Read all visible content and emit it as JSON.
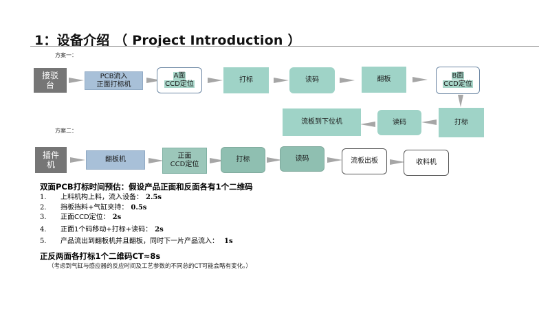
{
  "title": "1：设备介绍 （ Project Introduction ）",
  "plan1": {
    "label": "方案一：",
    "steps": [
      {
        "text": [
          "接驳",
          "台"
        ]
      },
      {
        "text": [
          "PCB流入",
          "正面打标机"
        ]
      },
      {
        "text": [
          "A面",
          "CCD定位"
        ]
      },
      {
        "text": [
          "打标"
        ]
      },
      {
        "text": [
          "读码"
        ]
      },
      {
        "text": [
          "翻板"
        ]
      },
      {
        "text": [
          "B面",
          "CCD定位"
        ]
      },
      {
        "text": [
          "打标"
        ]
      },
      {
        "text": [
          "读码"
        ]
      },
      {
        "text": [
          "流板到下位机"
        ]
      }
    ]
  },
  "plan2": {
    "label": "方案二：",
    "steps": [
      {
        "text": [
          "插件",
          "机"
        ]
      },
      {
        "text": [
          "翻板机"
        ]
      },
      {
        "text": [
          "正面",
          "CCD定位"
        ]
      },
      {
        "text": [
          "打标"
        ]
      },
      {
        "text": [
          "读码"
        ]
      },
      {
        "text": [
          "流板出板"
        ]
      },
      {
        "text": [
          "收料机"
        ]
      }
    ]
  },
  "timing": {
    "heading": "双面PCB打标时间预估：假设产品正面和反面各有1个二维码",
    "items": [
      {
        "num": "1.",
        "label": "上料机构上料，流入设备：",
        "value": "2.5s"
      },
      {
        "num": "2.",
        "label": "挡板挡料+气缸夹持：",
        "value": "0.5s"
      },
      {
        "num": "3.",
        "label": "正面CCD定位：",
        "value": "2s"
      },
      {
        "num": "4.",
        "label": "正面1个码移动+打标+读码：",
        "value": "2s"
      },
      {
        "num": "5.",
        "label": "产品流出到翻板机并且翻板，同时下一片产品流入：",
        "value": "1s"
      }
    ],
    "ct_summary": "正反两面各打标1个二维码CT≈8s",
    "note": "（考虑到气缸与感应器的反应时间及工艺参数的不同总的CT可能会略有变化。）"
  }
}
